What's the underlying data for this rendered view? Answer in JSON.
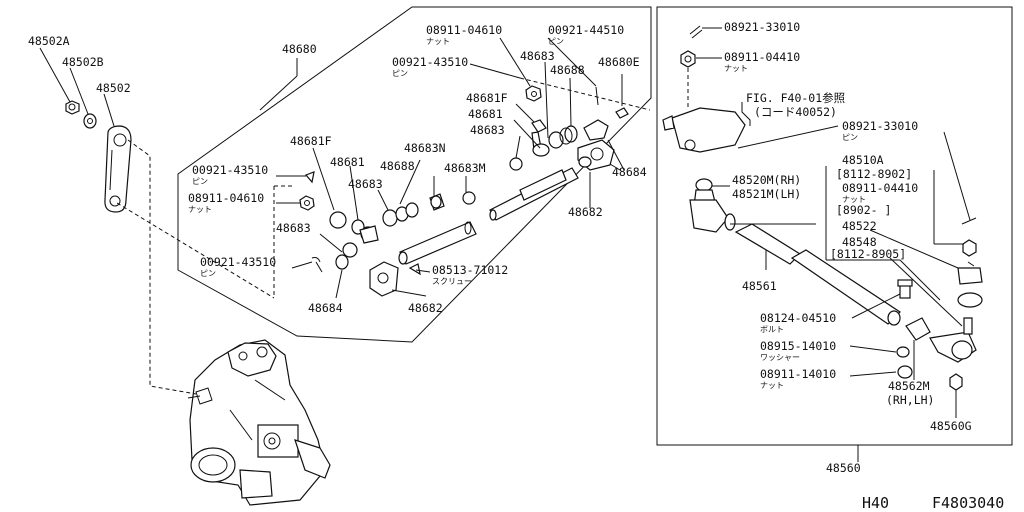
{
  "labels": {
    "l48502a": "48502A",
    "l48502b": "48502B",
    "l48502": "48502",
    "l48680": "48680",
    "l0891104610_top": "08911-04610",
    "l0891104610_top_sub": "ナット",
    "l0092144510": "00921-44510",
    "l0092144510_sub": "ピン",
    "l0092143510_top": "00921-43510",
    "l0092143510_top_sub": "ピン",
    "l48683_a": "48683",
    "l48688_a": "48688",
    "l48680e": "48680E",
    "l48681f_a": "48681F",
    "l48681_a": "48681",
    "l48683_b": "48683",
    "l48684_a": "48684",
    "l48681f_b": "48681F",
    "l48683n": "48683N",
    "l48681_b": "48681",
    "l48688_b": "48688",
    "l48683_c": "48683",
    "l48683m": "48683M",
    "l0092143510_mid": "00921-43510",
    "l0092143510_mid_sub": "ピン",
    "l0891104610_mid": "08911-04610",
    "l0891104610_mid_sub": "ナット",
    "l48682_a": "48682",
    "l48683_d": "48683",
    "l0092143510_bot": "00921-43510",
    "l0092143510_bot_sub": "ピン",
    "l0851371012": "08513-71012",
    "l0851371012_sub": "スクリュー",
    "l48684_b": "48684",
    "l48682_b": "48682",
    "l0892133010_a": "08921-33010",
    "l0891104410_a": "08911-04410",
    "l0891104410_a_sub": "ナット",
    "fig_ref": "FIG. F40-01参照",
    "fig_ref_sub": "(コード40052)",
    "l0892133010_b": "08921-33010",
    "l0892133010_b_sub": "ピン",
    "l48510a": "48510A",
    "l81128902": "[8112-8902]",
    "l48520m": "48520M(RH)",
    "l48521m": "48521M(LH)",
    "l0891104410_b": "08911-04410",
    "l0891104410_b_sub": "ナット",
    "l8902": "[8902-      ]",
    "l48522": "48522",
    "l48548": "48548",
    "l81128905": "[8112-8905]",
    "l48561": "48561",
    "l0812404510": "08124-04510",
    "l0812404510_sub": "ボルト",
    "l0891514010": "08915-14010",
    "l0891514010_sub": "ワッシャー",
    "l0891114010": "08911-14010",
    "l0891114010_sub": "ナット",
    "l48562m": "48562M",
    "l48562m_2": "(RH,LH)",
    "l48560g": "48560G",
    "l48560": "48560",
    "code_h40": "H40",
    "code_f48": "F4803040"
  }
}
